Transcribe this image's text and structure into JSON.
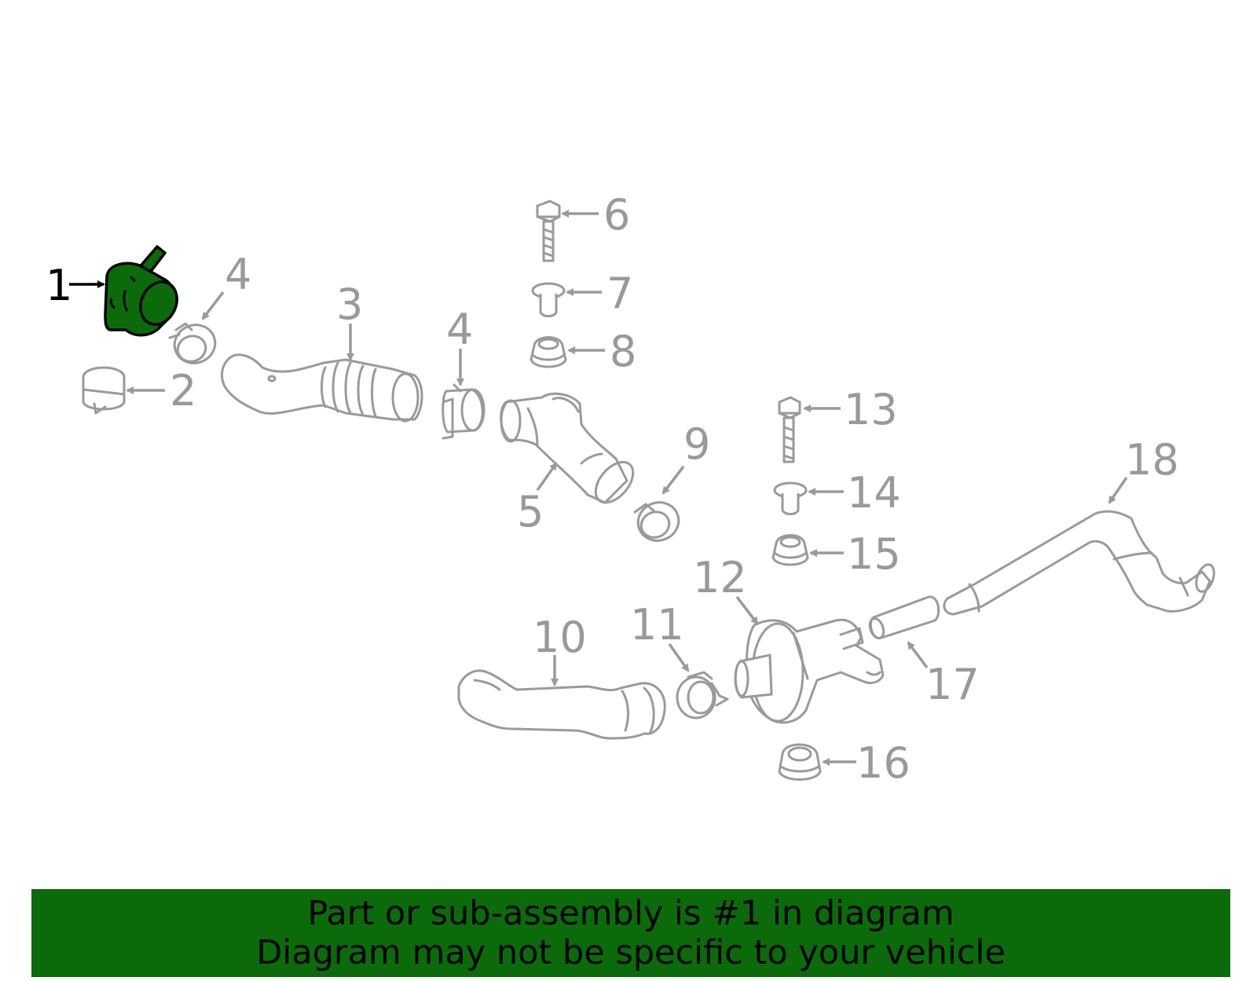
{
  "diagram": {
    "highlighted_part": "1",
    "highlight_color": "#0b6b0b",
    "part_line_color": "#9a9a9a",
    "callouts": {
      "c1": "1",
      "c2": "2",
      "c3": "3",
      "c4a": "4",
      "c4b": "4",
      "c5": "5",
      "c6": "6",
      "c7": "7",
      "c8": "8",
      "c9": "9",
      "c10": "10",
      "c11": "11",
      "c12": "12",
      "c13": "13",
      "c14": "14",
      "c15": "15",
      "c16": "16",
      "c17": "17",
      "c18": "18"
    }
  },
  "banner": {
    "line1": "Part or sub-assembly is #1 in diagram",
    "line2": "Diagram may not be specific to your vehicle",
    "color": "#0b6b0b"
  }
}
